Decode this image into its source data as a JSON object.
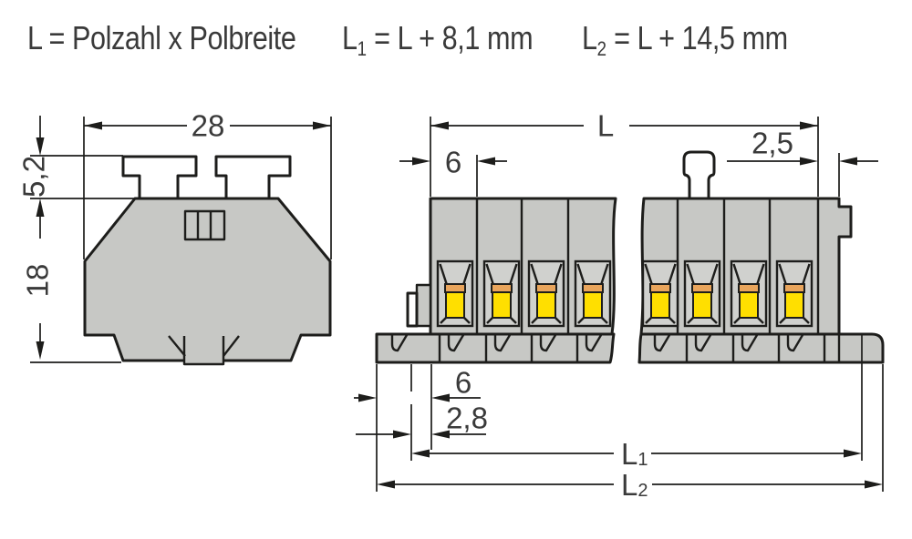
{
  "colors": {
    "bg": "#ffffff",
    "body_gray": "#c7c8c5",
    "recess_gray": "#d0d1ce",
    "lever_yellow": "#ffdf00",
    "lever_orange": "#e9a55c",
    "line": "#1d1d1b",
    "text": "#3a3a3a"
  },
  "header": {
    "formula_pitch": "L = Polzahl x Polbreite",
    "formula_l1": {
      "base": "L",
      "sub": "1",
      "rhs": " = L + 8,1 mm"
    },
    "formula_l2": {
      "base": "L",
      "sub": "2",
      "rhs": " = L + 14,5 mm"
    }
  },
  "front_view": {
    "dim_width": "28",
    "dim_tab_height": "5,2",
    "dim_body_height": "18"
  },
  "side_view": {
    "dim_length": "L",
    "dim_pole_width": "6",
    "dim_end_plate": "2,5",
    "dim_rail_overhang": "6",
    "dim_foot_offset": "2,8",
    "dim_l1": {
      "base": "L",
      "sub": "1"
    },
    "dim_l2": {
      "base": "L",
      "sub": "2"
    }
  }
}
